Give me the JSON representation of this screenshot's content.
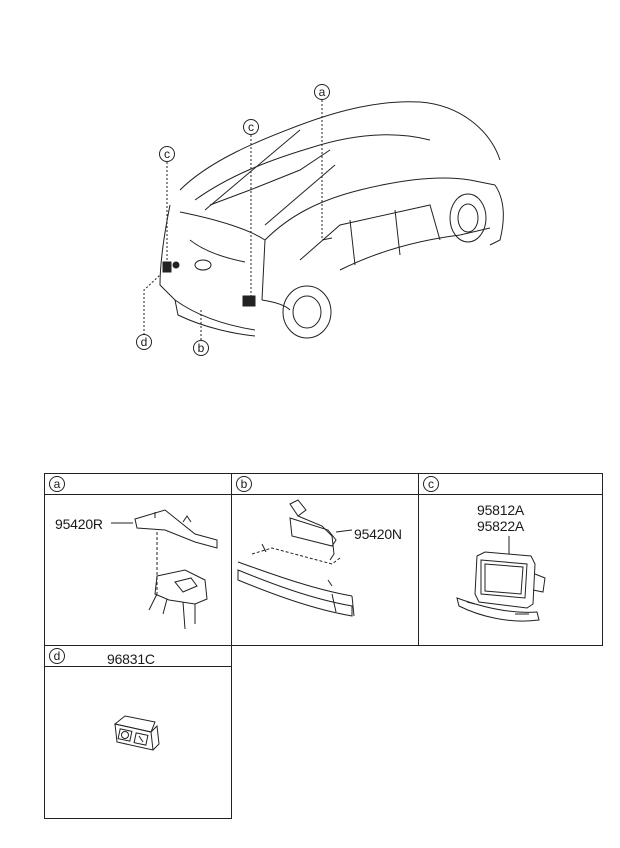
{
  "overview": {
    "callouts": [
      {
        "id": "callout-a",
        "label": "a"
      },
      {
        "id": "callout-c-left",
        "label": "c"
      },
      {
        "id": "callout-c-right",
        "label": "c"
      },
      {
        "id": "callout-d",
        "label": "d"
      },
      {
        "id": "callout-b",
        "label": "b"
      }
    ]
  },
  "panels": {
    "a": {
      "label": "a",
      "part_number": "95420R"
    },
    "b": {
      "label": "b",
      "part_number": "95420N"
    },
    "c": {
      "label": "c",
      "part_number_1": "95812A",
      "part_number_2": "95822A"
    },
    "d": {
      "label": "d",
      "part_number": "96831C"
    }
  }
}
